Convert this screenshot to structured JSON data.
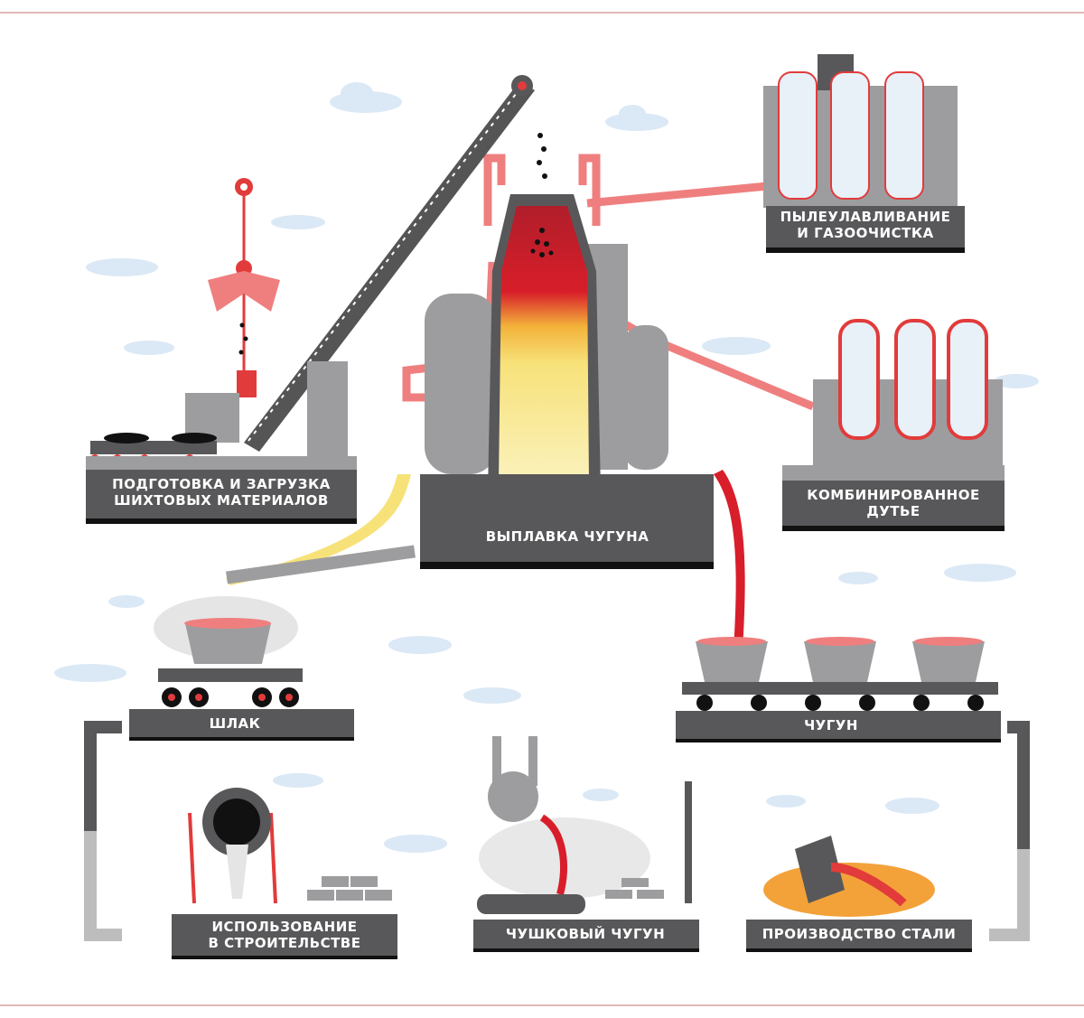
{
  "colors": {
    "frame_line": "#d9a0a0",
    "plate": "#58585a",
    "plate_shadow": "#111111",
    "accent_red": "#e23b3b",
    "pink_pipe": "#ef7f7f",
    "gray": "#9d9d9f",
    "hot_yellow": "#f7e27a",
    "cloud": "#dbe8f5"
  },
  "stages": {
    "charge": {
      "line1": "ПОДГОТОВКА И ЗАГРУЗКА",
      "line2": "ШИХТОВЫХ МАТЕРИАЛОВ"
    },
    "smelting": {
      "line1": "ВЫПЛАВКА ЧУГУНА"
    },
    "dust": {
      "line1": "ПЫЛЕУЛАВЛИВАНИЕ",
      "line2": "И ГАЗООЧИСТКА"
    },
    "blast": {
      "line1": "КОМБИНИРОВАННОЕ",
      "line2": "ДУТЬЕ"
    },
    "slag": {
      "line1": "ШЛАК"
    },
    "iron": {
      "line1": "ЧУГУН"
    },
    "construction": {
      "line1": "ИСПОЛЬЗОВАНИЕ",
      "line2": "В СТРОИТЕЛЬСТВЕ"
    },
    "pig_iron": {
      "line1": "ЧУШКОВЫЙ ЧУГУН"
    },
    "steel": {
      "line1": "ПРОИЗВОДСТВО СТАЛИ"
    }
  }
}
